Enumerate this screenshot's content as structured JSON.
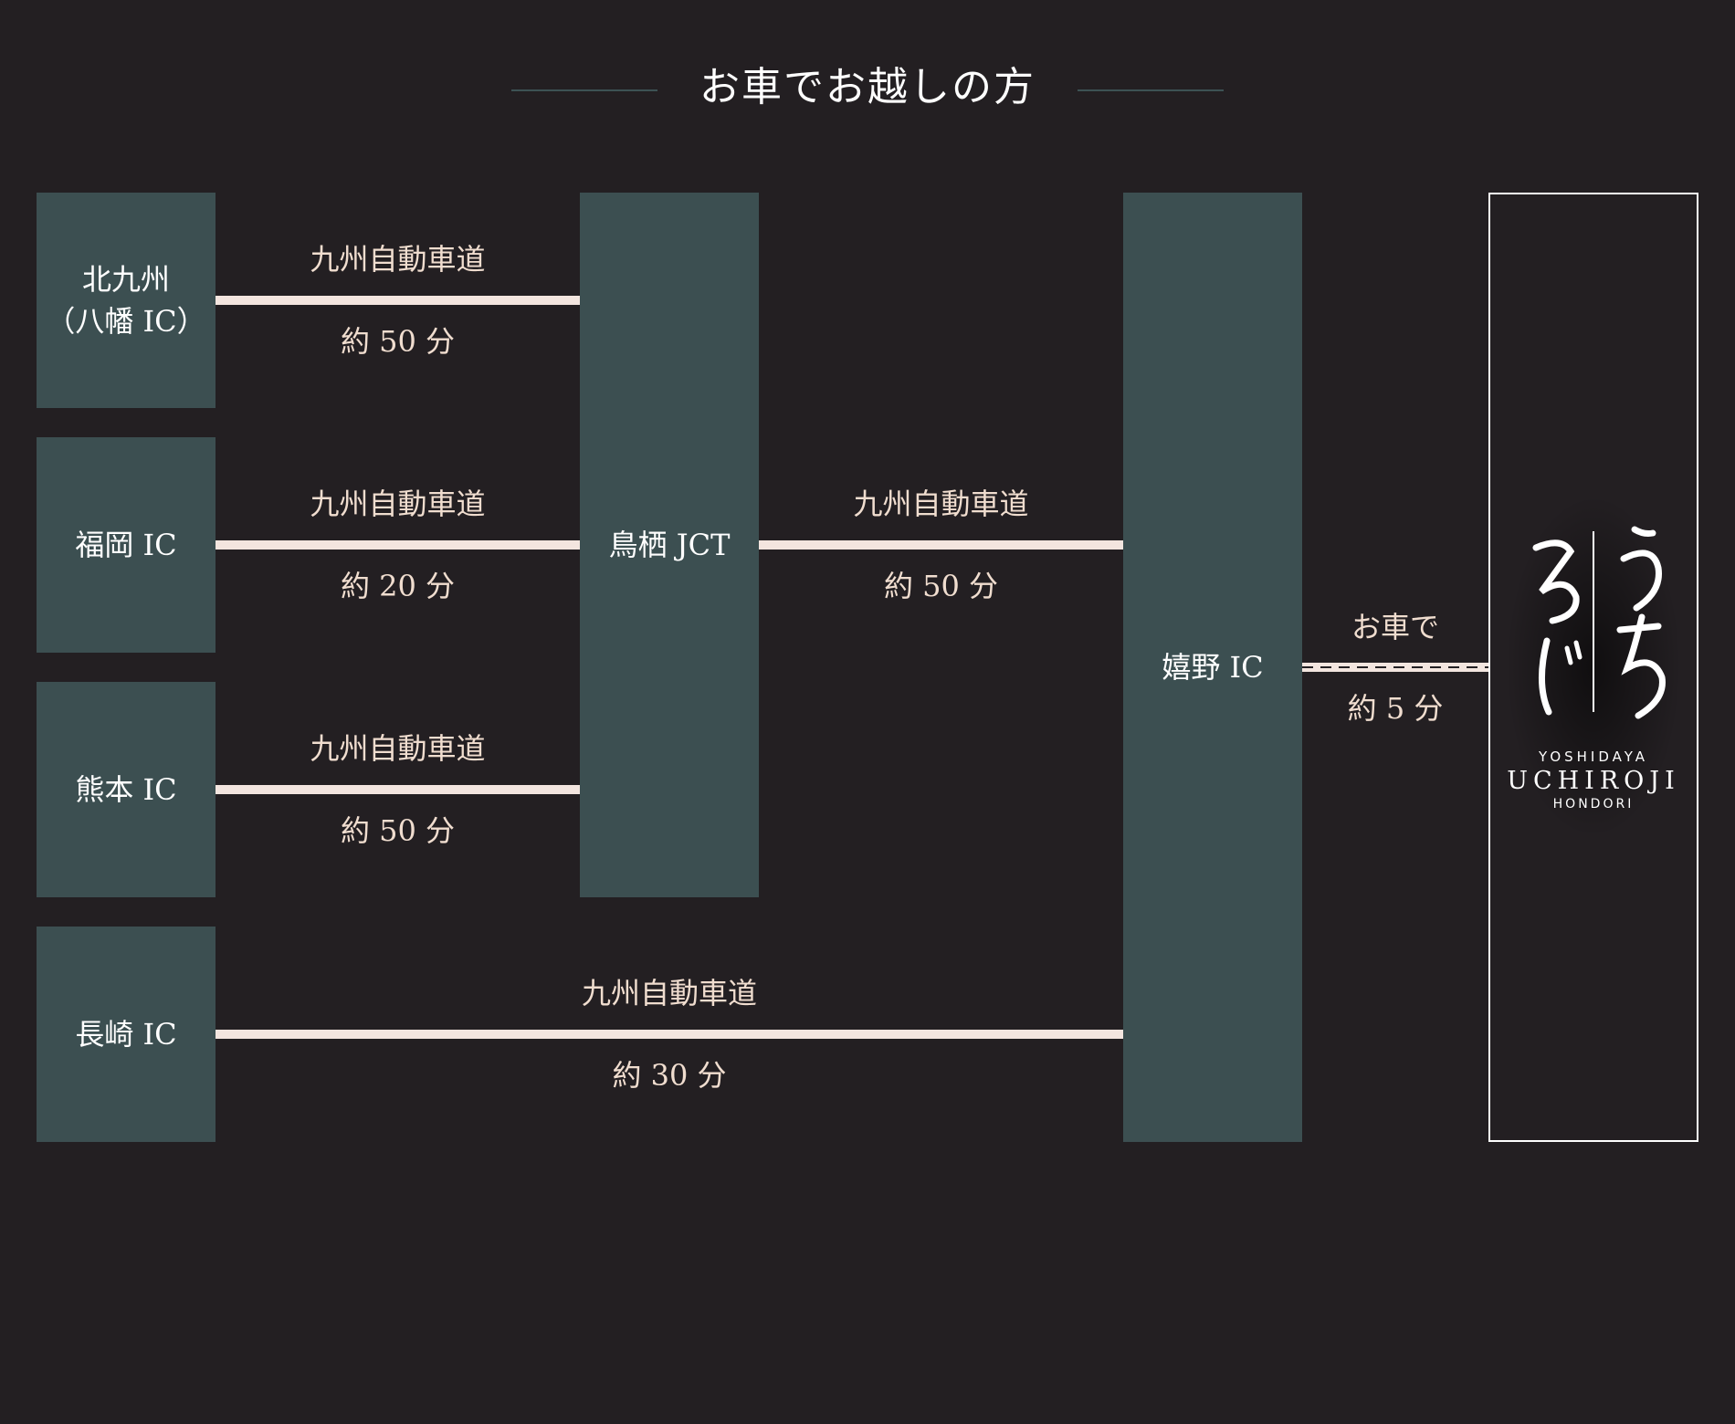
{
  "header": {
    "title": "お車でお越しの方"
  },
  "nodes": {
    "kitakyushu": {
      "line1": "北九州",
      "line2": "（八幡 IC）"
    },
    "fukuoka": {
      "label": "福岡 IC"
    },
    "kumamoto": {
      "label": "熊本 IC"
    },
    "nagasaki": {
      "label": "長崎 IC"
    },
    "tosu": {
      "label": "鳥栖 JCT"
    },
    "ureshino": {
      "label": "嬉野 IC"
    }
  },
  "routes": {
    "kitakyushu_tosu": {
      "road": "九州自動車道",
      "time": "約 50 分"
    },
    "fukuoka_tosu": {
      "road": "九州自動車道",
      "time": "約 20 分"
    },
    "kumamoto_tosu": {
      "road": "九州自動車道",
      "time": "約 50 分"
    },
    "tosu_ureshino": {
      "road": "九州自動車道",
      "time": "約 50 分"
    },
    "nagasaki_ureshino": {
      "road": "九州自動車道",
      "time": "約 30 分"
    },
    "ureshino_dest": {
      "mode": "お車で",
      "time": "約 5 分"
    }
  },
  "destination": {
    "logo_kana_right": "うち",
    "logo_kana_left": "ろじ",
    "brand_top": "YOSHIDAYA",
    "brand_main": "UCHIROJI",
    "brand_bottom": "HONDORI"
  },
  "colors": {
    "background": "#231f22",
    "box": "#3c4f51",
    "road": "#f3e5df",
    "label": "#f0ddcf",
    "title_line": "#3d5254"
  }
}
